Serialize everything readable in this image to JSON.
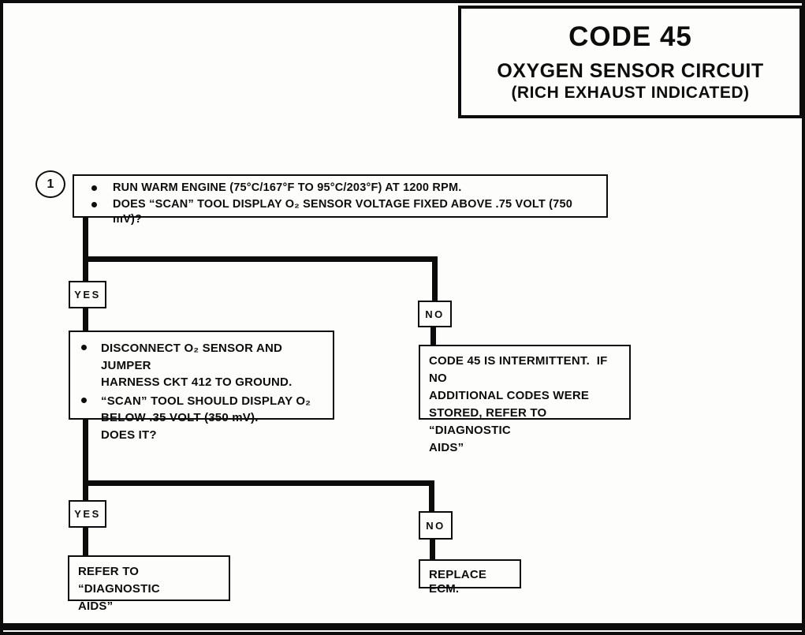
{
  "header": {
    "code": "CODE 45",
    "title": "OXYGEN SENSOR CIRCUIT",
    "subtitle": "(RICH EXHAUST INDICATED)"
  },
  "flow": {
    "step_marker": "1",
    "step1_bullets": [
      "RUN WARM ENGINE (75°C/167°F TO 95°C/203°F) AT 1200 RPM.",
      "DOES “SCAN” TOOL DISPLAY O₂ SENSOR VOLTAGE FIXED ABOVE .75 VOLT (750 mV)?"
    ],
    "branch1": {
      "yes_label": "YES",
      "no_label": "NO"
    },
    "step2_bullets": [
      "DISCONNECT O₂ SENSOR AND JUMPER\nHARNESS CKT 412 TO GROUND.",
      "“SCAN” TOOL SHOULD DISPLAY O₂\nBELOW .35 VOLT (350 mV).\nDOES IT?"
    ],
    "no1_result": "CODE 45 IS INTERMITTENT.  IF NO\nADDITIONAL CODES WERE\nSTORED, REFER TO “DIAGNOSTIC\nAIDS”",
    "branch2": {
      "yes_label": "YES",
      "no_label": "NO"
    },
    "yes2_result": "REFER TO “DIAGNOSTIC\nAIDS”",
    "no2_result": "REPLACE ECM."
  },
  "colors": {
    "ink": "#0c0c0c",
    "paper": "#fdfdfb"
  }
}
